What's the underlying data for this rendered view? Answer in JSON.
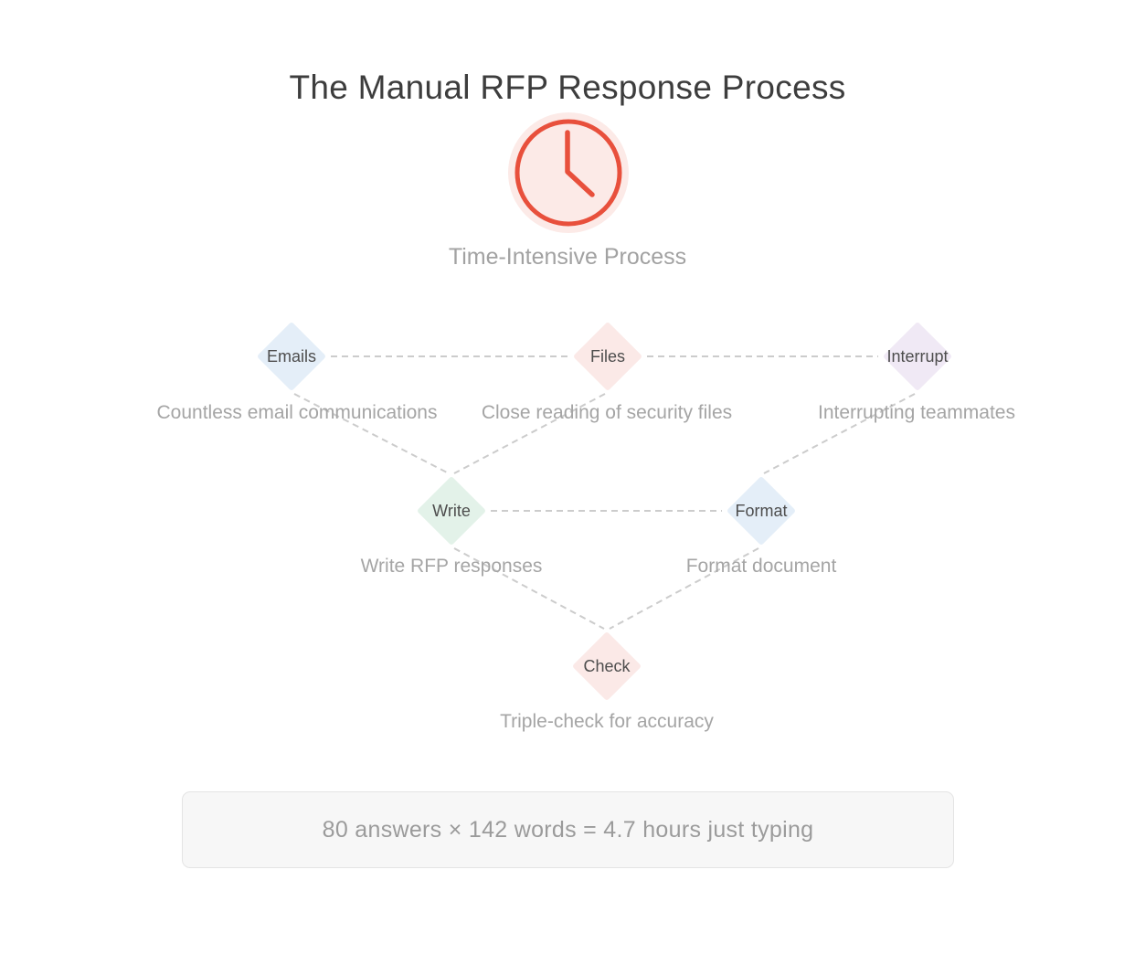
{
  "page": {
    "title": "The Manual RFP Response Process"
  },
  "hero": {
    "icon": "clock-icon",
    "accent_color": "#e8503c",
    "icon_bg_color": "#fceae7",
    "caption": "Time-Intensive Process"
  },
  "diagram": {
    "nodes": [
      {
        "id": "emails",
        "label": "Emails",
        "color": "#e4eef8",
        "description": "Countless email communications"
      },
      {
        "id": "files",
        "label": "Files",
        "color": "#fbe9e7",
        "description": "Close reading of security files"
      },
      {
        "id": "interrupt",
        "label": "Interrupt",
        "color": "#f0e9f5",
        "description": "Interrupting teammates"
      },
      {
        "id": "write",
        "label": "Write",
        "color": "#e3f2e9",
        "description": "Write RFP responses"
      },
      {
        "id": "format",
        "label": "Format",
        "color": "#e4eef8",
        "description": "Format document"
      },
      {
        "id": "check",
        "label": "Check",
        "color": "#fbe9e7",
        "description": "Triple-check for accuracy"
      }
    ],
    "edges": [
      {
        "from": "emails",
        "to": "files"
      },
      {
        "from": "files",
        "to": "interrupt"
      },
      {
        "from": "emails",
        "to": "write"
      },
      {
        "from": "files",
        "to": "write"
      },
      {
        "from": "interrupt",
        "to": "format"
      },
      {
        "from": "write",
        "to": "format"
      },
      {
        "from": "write",
        "to": "check"
      },
      {
        "from": "format",
        "to": "check"
      }
    ],
    "edge_style": {
      "color": "#cccccc",
      "dash": "7 5"
    }
  },
  "summary": {
    "text": "80 answers × 142 words = 4.7 hours just typing"
  }
}
